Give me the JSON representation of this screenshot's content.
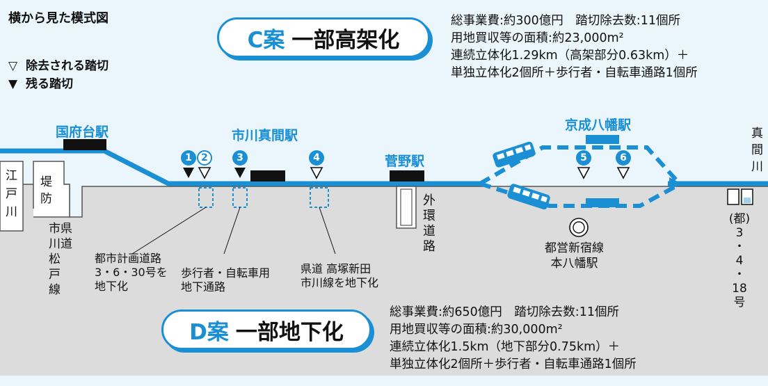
{
  "diagram_title": "横から見た模式図",
  "legend": {
    "removed_symbol": "▽",
    "removed_label": "除去される踏切",
    "remaining_symbol": "▼",
    "remaining_label": "残る踏切"
  },
  "plan_c": {
    "label_code": "C案",
    "label_name": "一部高架化",
    "info": [
      "総事業費:約300億円　踏切除去数:11個所",
      "用地買収等の面積:約23,000m²",
      "連続立体化1.29km（高架部分0.63km）＋",
      "単独立体化2個所＋歩行者・自転車通路1個所"
    ]
  },
  "plan_d": {
    "label_code": "D案",
    "label_name": "一部地下化",
    "info": [
      "総事業費:約650億円　踏切除去数:11個所",
      "用地買収等の面積:約30,000m²",
      "連続立体化1.5km（地下部分0.75km）＋",
      "単独立体化2個所＋歩行者・自転車通路1個所"
    ]
  },
  "stations": {
    "kokufudai": "国府台駅",
    "ichikawamama": "市川真間駅",
    "sugano": "菅野駅",
    "keiseiyawata": "京成八幡駅",
    "motoyawata": "都営新宿線\n本八幡駅"
  },
  "crossing_numbers": [
    "1",
    "2",
    "3",
    "4",
    "5",
    "6"
  ],
  "places": {
    "edogawa": "江\n戸\n川",
    "embankment": "堤\n防",
    "kendo_ichikawa_matsudo": "市県\n川道\n松\n戸\n線",
    "gaikan": "外\n環\n道\n路",
    "mamagawa": "真\n間\n川",
    "todo": "(都)\n3\n・\n4\n・\n18\n号"
  },
  "annotations": {
    "toshi_keikaku": "都市計画道路\n3・6・30号を\n地下化",
    "hokosha": "歩行者・自転車用\n地下通路",
    "kendo_takatsuka": "県道 高塚新田\n市川線を地下化"
  },
  "colors": {
    "accent": "#1a8fd4",
    "background": "#eaf5fc",
    "ground": "#dcdcdc",
    "black": "#111111"
  }
}
